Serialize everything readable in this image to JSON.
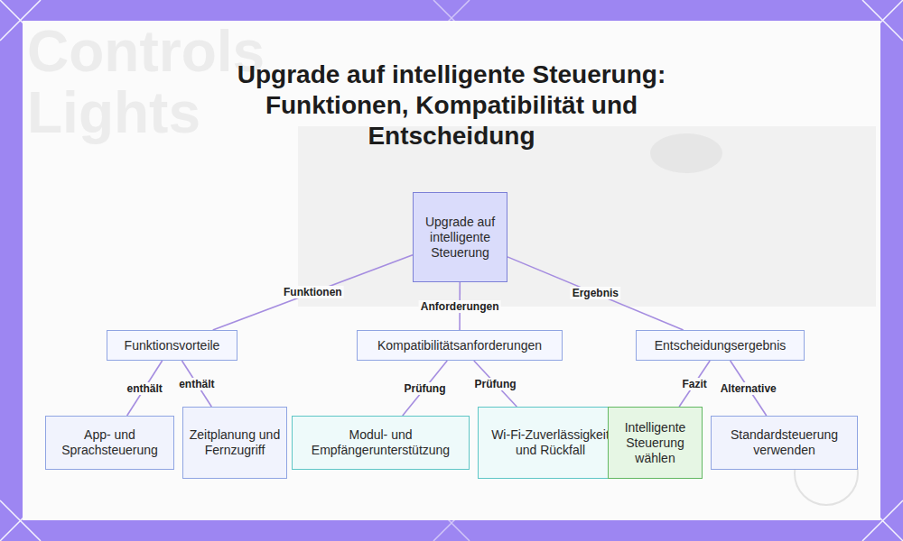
{
  "diagram": {
    "title": "Upgrade auf intelligente Steuerung: Funktionen, Kompatibilität und Entscheidung",
    "nodes": [
      {
        "text": [
          "Upgrade auf intelligente Steuerung"
        ]
      },
      {
        "text": [
          "Funktionsvorteile"
        ]
      },
      {
        "text": [
          "Kompatibilitätsanforderungen"
        ]
      },
      {
        "text": [
          "Entscheidungsergebnis"
        ]
      },
      {
        "text": [
          "App- und Sprachsteuerung"
        ]
      },
      {
        "text": [
          "Zeitplanung und Fernzugriff"
        ]
      },
      {
        "text": [
          "Modul- und Empfängerunterstützung"
        ]
      },
      {
        "text": [
          "Wi-Fi-Zuverlässigkeit und Rückfall"
        ]
      },
      {
        "text": [
          "Intelligente Steuerung wählen"
        ]
      },
      {
        "text": [
          "Standardsteuerung verwenden"
        ]
      }
    ],
    "edges": [
      {
        "from": 0,
        "to": 1,
        "label": "Funktionen",
        "arrow": "none"
      },
      {
        "from": 0,
        "to": 2,
        "label": "Anforderungen",
        "arrow": "none"
      },
      {
        "from": 0,
        "to": 3,
        "label": "Ergebnis",
        "arrow": "none"
      },
      {
        "from": 1,
        "to": 4,
        "label": "enthält",
        "arrow": "none"
      },
      {
        "from": 1,
        "to": 5,
        "label": "enthält",
        "arrow": "none"
      },
      {
        "from": 2,
        "to": 6,
        "label": "Prüfung",
        "arrow": "none"
      },
      {
        "from": 2,
        "to": 7,
        "label": "Prüfung",
        "arrow": "none"
      },
      {
        "from": 3,
        "to": 8,
        "label": "Fazit",
        "arrow": "none"
      },
      {
        "from": 3,
        "to": 9,
        "label": "Alternative",
        "arrow": "none"
      }
    ],
    "labels": [
      "Controls",
      "Lights"
    ]
  }
}
